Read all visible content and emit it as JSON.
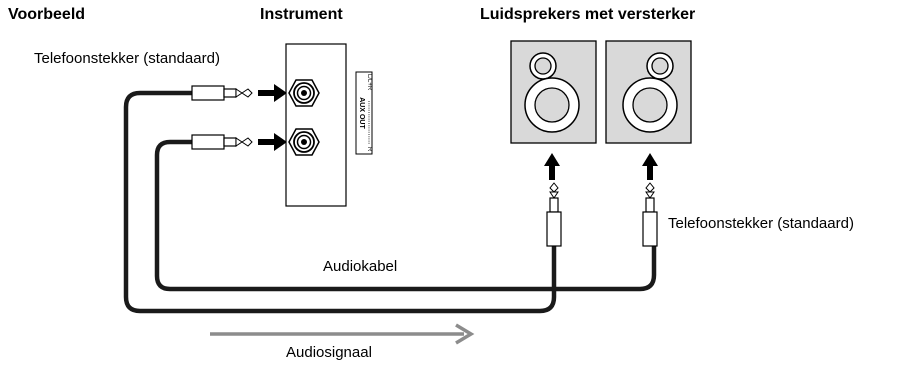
{
  "headings": {
    "example": "Voorbeeld",
    "instrument": "Instrument",
    "speakers": "Luidsprekers met versterker"
  },
  "labels": {
    "phone_plug_left": "Telefoonstekker (standaard)",
    "phone_plug_right": "Telefoonstekker (standaard)",
    "audio_cable": "Audiokabel",
    "audio_signal": "Audiosignaal"
  },
  "panel": {
    "aux_out": "AUX OUT",
    "jack_l": "L/L+R",
    "jack_r": "R"
  },
  "colors": {
    "cable": "#1a1a1a",
    "signal_arrow": "#8c8c8c",
    "speaker_fill": "#d9d9d9"
  }
}
